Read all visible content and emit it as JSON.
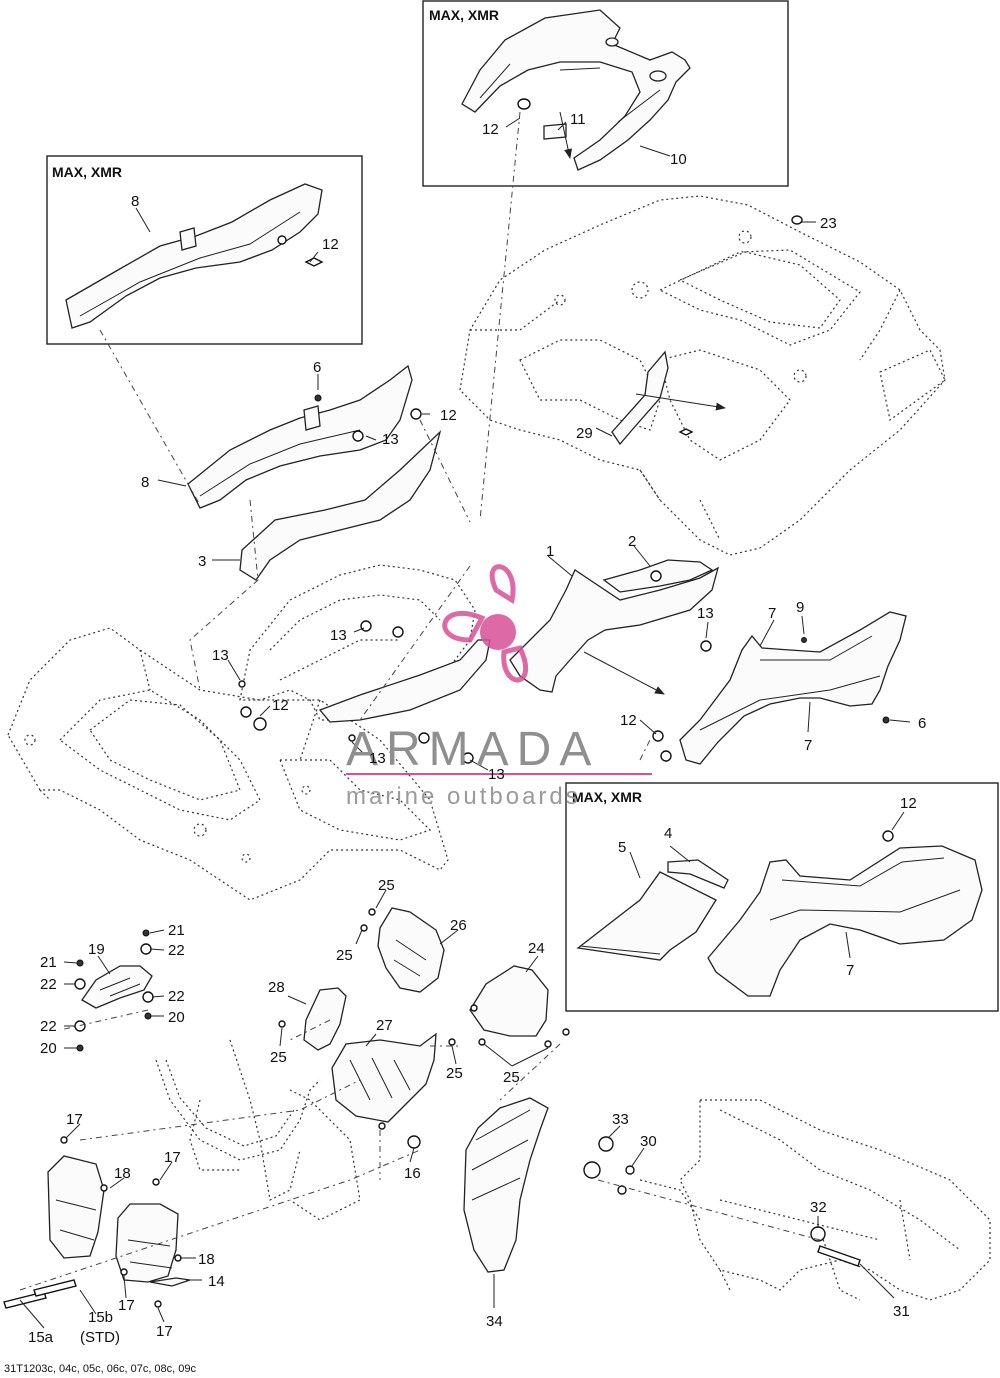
{
  "boxes": [
    {
      "title": "MAX, XMR"
    },
    {
      "title": "MAX, XMR"
    },
    {
      "title": "MAX, XMR"
    }
  ],
  "callouts": [
    {
      "text": "1"
    },
    {
      "text": "2"
    },
    {
      "text": "3"
    },
    {
      "text": "4"
    },
    {
      "text": "5"
    },
    {
      "text": "6"
    },
    {
      "text": "6"
    },
    {
      "text": "7"
    },
    {
      "text": "7"
    },
    {
      "text": "7"
    },
    {
      "text": "8"
    },
    {
      "text": "8"
    },
    {
      "text": "9"
    },
    {
      "text": "10"
    },
    {
      "text": "11"
    },
    {
      "text": "12"
    },
    {
      "text": "12"
    },
    {
      "text": "12"
    },
    {
      "text": "12"
    },
    {
      "text": "12"
    },
    {
      "text": "12"
    },
    {
      "text": "13"
    },
    {
      "text": "13"
    },
    {
      "text": "13"
    },
    {
      "text": "13"
    },
    {
      "text": "13"
    },
    {
      "text": "13"
    },
    {
      "text": "14"
    },
    {
      "text": "15a"
    },
    {
      "text": "15b"
    },
    {
      "text": "(STD)"
    },
    {
      "text": "16"
    },
    {
      "text": "17"
    },
    {
      "text": "17"
    },
    {
      "text": "17"
    },
    {
      "text": "17"
    },
    {
      "text": "18"
    },
    {
      "text": "18"
    },
    {
      "text": "19"
    },
    {
      "text": "20"
    },
    {
      "text": "20"
    },
    {
      "text": "21"
    },
    {
      "text": "21"
    },
    {
      "text": "22"
    },
    {
      "text": "22"
    },
    {
      "text": "22"
    },
    {
      "text": "22"
    },
    {
      "text": "23"
    },
    {
      "text": "24"
    },
    {
      "text": "25"
    },
    {
      "text": "25"
    },
    {
      "text": "25"
    },
    {
      "text": "25"
    },
    {
      "text": "25"
    },
    {
      "text": "26"
    },
    {
      "text": "27"
    },
    {
      "text": "28"
    },
    {
      "text": "29"
    },
    {
      "text": "30"
    },
    {
      "text": "31"
    },
    {
      "text": "32"
    },
    {
      "text": "33"
    },
    {
      "text": "34"
    }
  ],
  "footer": {
    "code": "31T1203c, 04c, 05c, 06c, 07c, 08c, 09c"
  },
  "watermark": {
    "brand": "ARMADA",
    "tagline": "marine outboards",
    "accent_color": "#d94f98",
    "text_color": "#8f8f8f"
  }
}
